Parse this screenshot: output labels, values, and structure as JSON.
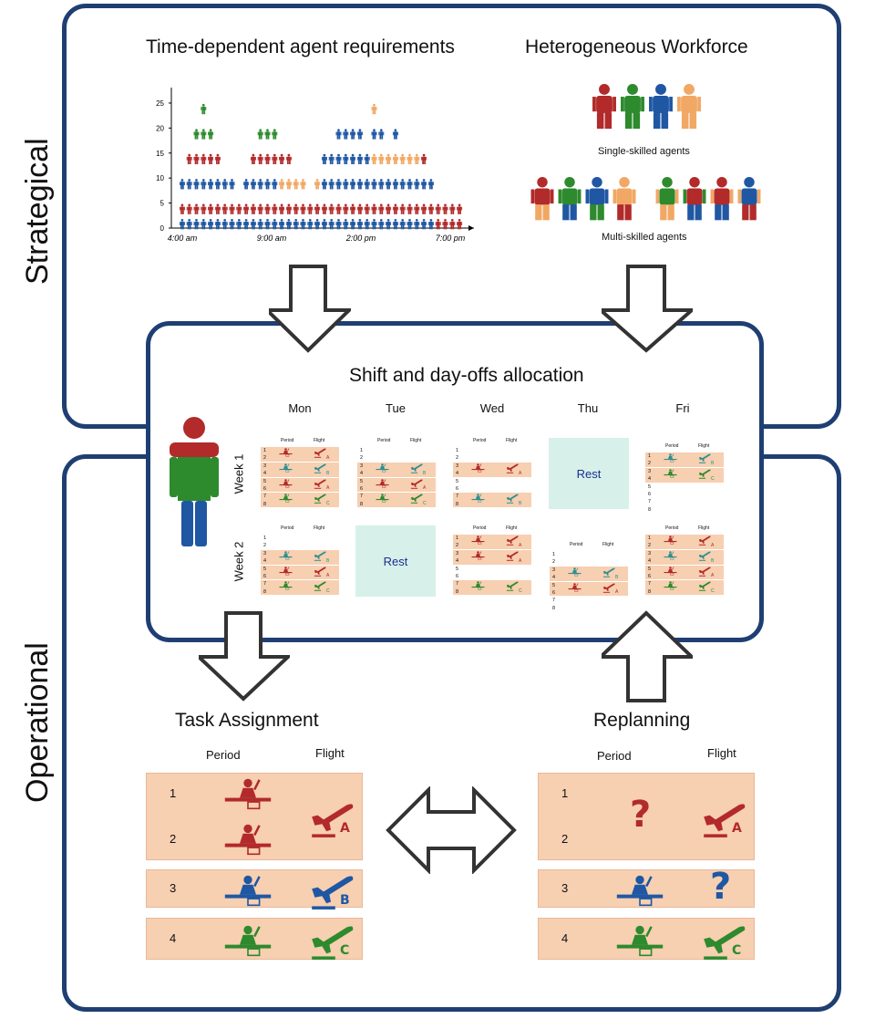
{
  "side_labels": {
    "strategical": "Strategical",
    "operational": "Operational"
  },
  "strategic": {
    "chart_title": "Time-dependent agent requirements",
    "workforce_title": "Heterogeneous Workforce",
    "single_skilled": "Single-skilled agents",
    "multi_skilled": "Multi-skilled agents"
  },
  "chart_data": {
    "type": "bar",
    "title": "Time-dependent agent requirements",
    "xlabel": "",
    "ylabel": "",
    "ylim": [
      0,
      27
    ],
    "yticks": [
      "0",
      "5",
      "10",
      "15",
      "20",
      "25"
    ],
    "xticks": [
      "4:00 am",
      "9:00 am",
      "2:00 pm",
      "7:00 pm"
    ],
    "values": [
      10,
      15,
      20,
      25,
      20,
      15,
      10,
      10,
      5,
      10,
      15,
      20,
      20,
      20,
      15,
      15,
      10,
      10,
      5,
      10,
      15,
      15,
      20,
      20,
      20,
      20,
      15,
      25,
      20,
      15,
      20,
      15,
      15,
      15,
      15,
      10,
      5,
      5,
      5,
      5
    ]
  },
  "colors": {
    "red": "#b22a2a",
    "green": "#2d8a2d",
    "blue": "#1f57a3",
    "orange": "#f1a864",
    "teal": "#2e8f8f",
    "navy": "#1f3f73",
    "band": "#f7cfb1",
    "rest": "#d7f0ea"
  },
  "shift": {
    "title": "Shift and day-offs allocation",
    "days": [
      "Mon",
      "Tue",
      "Wed",
      "Thu",
      "Fri"
    ],
    "weeks": [
      "Week 1",
      "Week 2"
    ],
    "rest_label": "Rest",
    "period_label": "Period",
    "flight_label": "Flight"
  },
  "task": {
    "title": "Task Assignment",
    "period_header": "Period",
    "flight_header": "Flight",
    "rows": [
      "1",
      "2",
      "3",
      "4"
    ],
    "flights": [
      "A",
      "B",
      "C"
    ]
  },
  "replan": {
    "title": "Replanning",
    "period_header": "Period",
    "flight_header": "Flight",
    "rows": [
      "1",
      "2",
      "3",
      "4"
    ],
    "flights": [
      "A",
      "C"
    ],
    "unknown": "?"
  }
}
